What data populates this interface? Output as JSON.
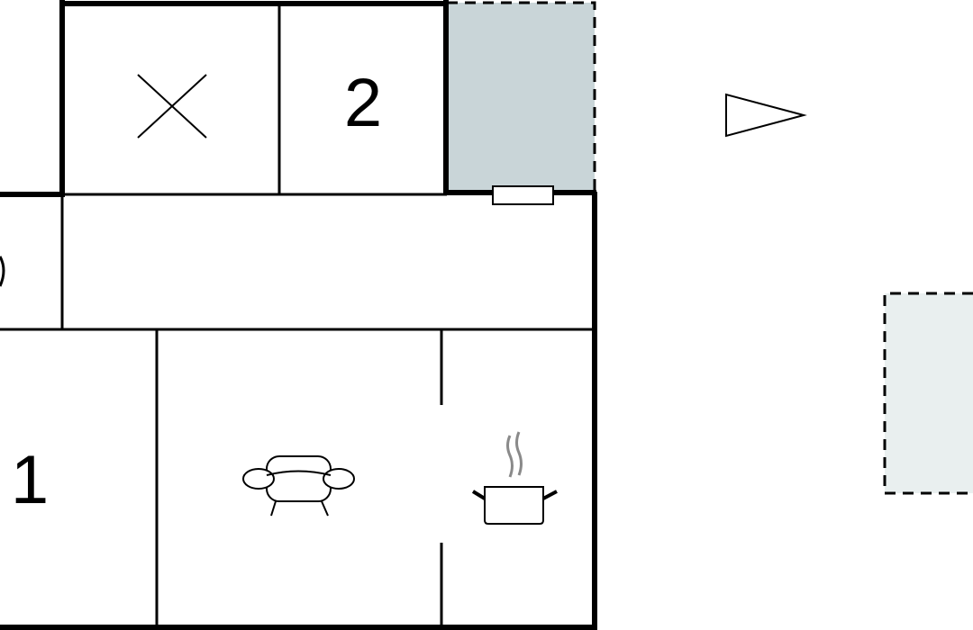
{
  "plan": {
    "rooms": [
      {
        "id": "bedroom-2",
        "label": "2"
      },
      {
        "id": "bedroom-1",
        "label": "1"
      }
    ],
    "icons": [
      "cross-icon",
      "sofa-icon",
      "cooking-pot-icon",
      "north-arrow-icon"
    ],
    "colors": {
      "wall": "#000000",
      "terrace_fill": "#c9d5d8",
      "outdoor_area_fill": "#e9efef",
      "steam": "#8a8a8a"
    }
  }
}
